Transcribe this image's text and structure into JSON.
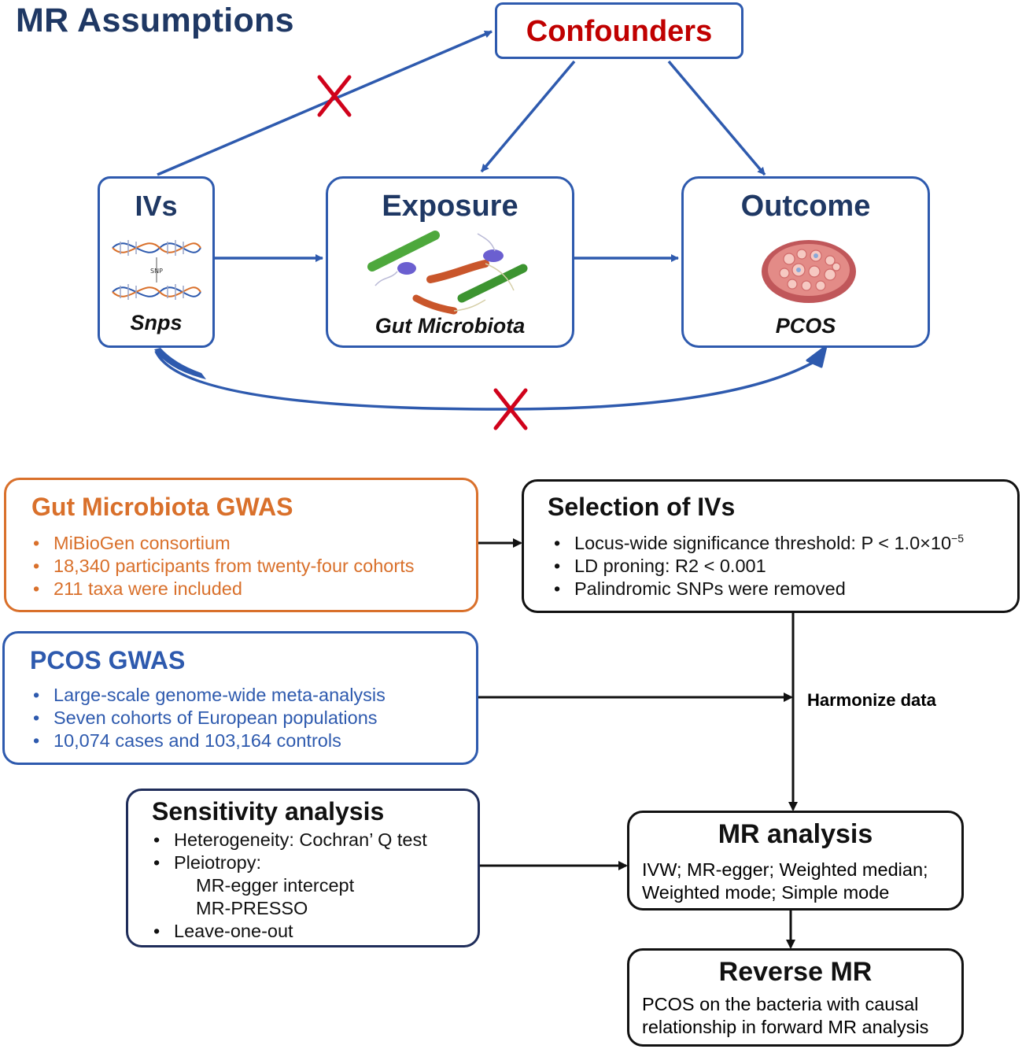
{
  "assumptions": {
    "title": "MR Assumptions",
    "confounders": "Confounders",
    "ivs": {
      "title": "IVs",
      "sub": "Snps",
      "snp_label": "SNP"
    },
    "exposure": {
      "title": "Exposure",
      "sub": "Gut Microbiota"
    },
    "outcome": {
      "title": "Outcome",
      "sub": "PCOS"
    }
  },
  "gut_gwas": {
    "title": "Gut Microbiota GWAS",
    "items": [
      "MiBioGen consortium",
      "18,340 participants from twenty-four cohorts",
      "211 taxa were included"
    ]
  },
  "pcos_gwas": {
    "title": "PCOS GWAS",
    "items": [
      "Large-scale genome-wide meta-analysis",
      "Seven cohorts of European populations",
      "10,074 cases and 103,164 controls"
    ]
  },
  "selection": {
    "title": "Selection of IVs",
    "item1_text": "Locus-wide significance threshold: P < 1.0×10",
    "item1_exp": "−5",
    "item2": "LD proning: R2 < 0.001",
    "item3": "Palindromic SNPs were removed"
  },
  "harmonize": "Harmonize data",
  "sensitivity": {
    "title": "Sensitivity analysis",
    "item1": "Heterogeneity: Cochran’ Q test",
    "item2": "Pleiotropy:",
    "sub1": "MR-egger intercept",
    "sub2": "MR-PRESSO",
    "item3": "Leave-one-out"
  },
  "mr_analysis": {
    "title": "MR analysis",
    "line1": "IVW; MR-egger; Weighted median;",
    "line2": "Weighted mode; Simple mode"
  },
  "reverse_mr": {
    "title": "Reverse MR",
    "line1": "PCOS on the bacteria with causal",
    "line2": "relationship in forward MR analysis"
  },
  "colors": {
    "title_navy": "#1F3864",
    "arrow_blue": "#2E5AAE",
    "confounder_red": "#C00000",
    "orange": "#D9702B",
    "cross_red": "#D0021B"
  }
}
